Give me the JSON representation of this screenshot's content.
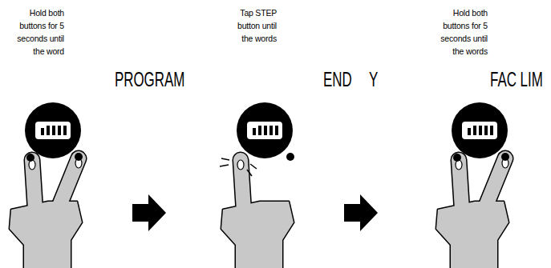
{
  "diagram": {
    "labels": [
      "Hold both buttons for 5 seconds until the word",
      "PROGRAM",
      "Tap STEP button until the words",
      "END",
      "Y",
      "Hold both buttons for 5 seconds until the words",
      "FAC LIM"
    ]
  }
}
